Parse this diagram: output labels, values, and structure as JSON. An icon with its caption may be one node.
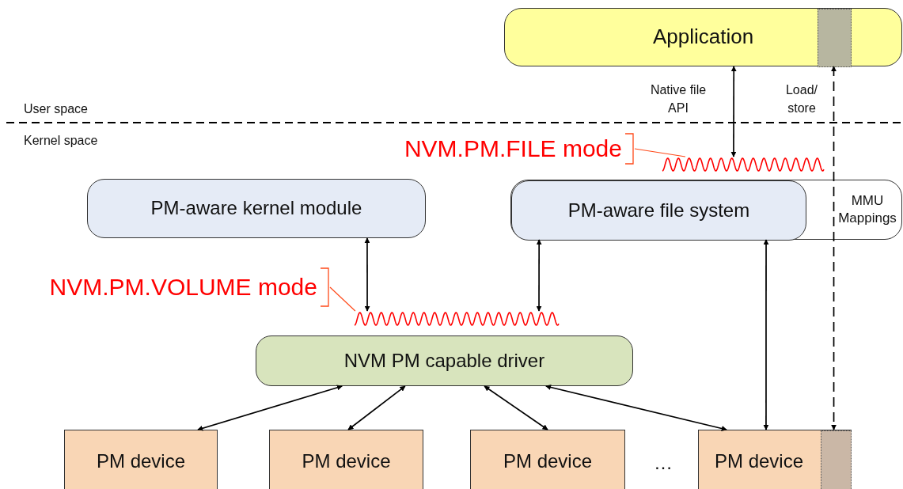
{
  "diagram": {
    "nodes": [
      {
        "text": [
          "Application"
        ]
      },
      {
        "text": [],
        "shape": "bar",
        "in": 0
      },
      {
        "text": [
          "NVM.PM.FILE mode"
        ]
      },
      {
        "text": [],
        "shape": "wave"
      },
      {
        "text": [
          "PM-aware kernel module"
        ]
      },
      {
        "text": [
          "MMU Mappings"
        ]
      },
      {
        "text": [
          "PM-aware file system"
        ],
        "in": 5
      },
      {
        "text": [
          "NVM.PM.VOLUME mode"
        ]
      },
      {
        "text": [],
        "shape": "wave"
      },
      {
        "text": [
          "NVM PM capable driver"
        ]
      },
      {
        "text": [
          "PM device"
        ]
      },
      {
        "text": [
          "PM device"
        ]
      },
      {
        "text": [
          "PM device"
        ]
      },
      {
        "text": [
          "PM device"
        ]
      },
      {
        "text": [],
        "shape": "bar",
        "in": 13
      }
    ],
    "edges": [
      {
        "from": 0,
        "to": 3,
        "arrow": "both",
        "label": "Native file API"
      },
      {
        "from": 1,
        "to": 14,
        "arrow": "both",
        "label": "Load/ store",
        "style": "dashed"
      },
      {
        "from": 4,
        "to": 8,
        "arrow": "both"
      },
      {
        "from": 6,
        "to": 8,
        "arrow": "both"
      },
      {
        "from": 6,
        "to": 13,
        "arrow": "both"
      },
      {
        "from": 9,
        "to": 10,
        "arrow": "both"
      },
      {
        "from": 9,
        "to": 11,
        "arrow": "both"
      },
      {
        "from": 9,
        "to": 12,
        "arrow": "both"
      },
      {
        "from": 9,
        "to": 13,
        "arrow": "both"
      },
      {
        "from": 2,
        "to": 3,
        "arrow": "none",
        "color": "#ff4a1a"
      },
      {
        "from": 7,
        "to": 8,
        "arrow": "none",
        "color": "#ff4a1a"
      }
    ],
    "labels": [
      "User space",
      "Kernel space",
      "…"
    ]
  }
}
